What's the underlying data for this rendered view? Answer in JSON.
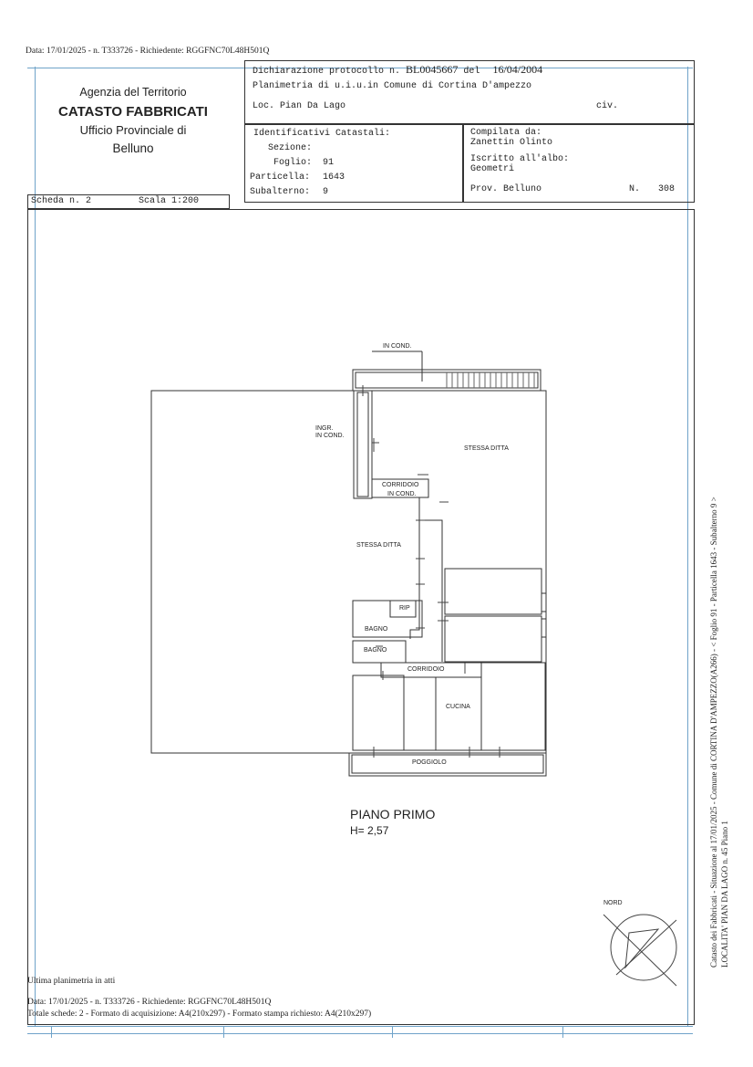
{
  "top_stamp": "Data: 17/01/2025 - n. T333726 - Richiedente: RGGFNC70L48H501Q",
  "agency": {
    "line1": "Agenzia del Territorio",
    "line2": "CATASTO FABBRICATI",
    "line3": "Ufficio Provinciale di",
    "line4": "Belluno"
  },
  "declaration": {
    "protocol_label": "Dichiarazione protocollo n.",
    "protocol_number": "BL0045667",
    "del_label": "del",
    "date": "16/04/2004",
    "planimetria": "Planimetria di u.i.u.in Comune di Cortina D'ampezzo",
    "loc": "Loc. Pian Da Lago",
    "civ": "civ."
  },
  "identificativi": {
    "title": "Identificativi Catastali:",
    "sezione_label": "Sezione:",
    "sezione_value": "",
    "foglio_label": "Foglio:",
    "foglio_value": "91",
    "particella_label": "Particella:",
    "particella_value": "1643",
    "subalterno_label": "Subalterno:",
    "subalterno_value": "9"
  },
  "compilata": {
    "label": "Compilata da:",
    "name": "Zanettin Olinto",
    "iscritto_label": "Iscritto all'albo:",
    "albo": "Geometri",
    "prov": "Prov. Belluno",
    "n_label": "N.",
    "n_value": "308"
  },
  "scheda": {
    "label": "Scheda n. 2",
    "scala": "Scala 1:200"
  },
  "plan": {
    "labels": {
      "in_cond_top": "IN COND.",
      "ingr": "INGR.",
      "ingr_cond": "IN COND.",
      "stessa_ditta_1": "STESSA DITTA",
      "corridoio_1": "CORRIDOIO",
      "corridoio_1b": "IN COND.",
      "stessa_ditta_2": "STESSA DITTA",
      "rip": "RIP",
      "bagno_1": "BAGNO",
      "bagno_2": "BAGNO",
      "corridoio_2": "CORRIDOIO",
      "cucina": "CUCINA",
      "poggiolo": "POGGIOLO"
    },
    "title": "PIANO PRIMO",
    "height": "H= 2,57",
    "nord": "NORD"
  },
  "side_text": {
    "line1": "Catasto dei Fabbricati - Situazione al 17/01/2025 - Comune di CORTINA D'AMPEZZO(A266) - <  Foglio 91 - Particella  1643 - Subalterno 9 >",
    "line2": "LOCALITA' PIAN DA LAGO n. 45 Piano 1"
  },
  "footer": {
    "ultima": "Ultima planimetria in atti",
    "data": "Data: 17/01/2025 - n. T333726 - Richiedente: RGGFNC70L48H501Q",
    "totale": "Totale schede: 2 - Formato di acquisizione: A4(210x297)  - Formato stampa richiesto: A4(210x297)"
  }
}
